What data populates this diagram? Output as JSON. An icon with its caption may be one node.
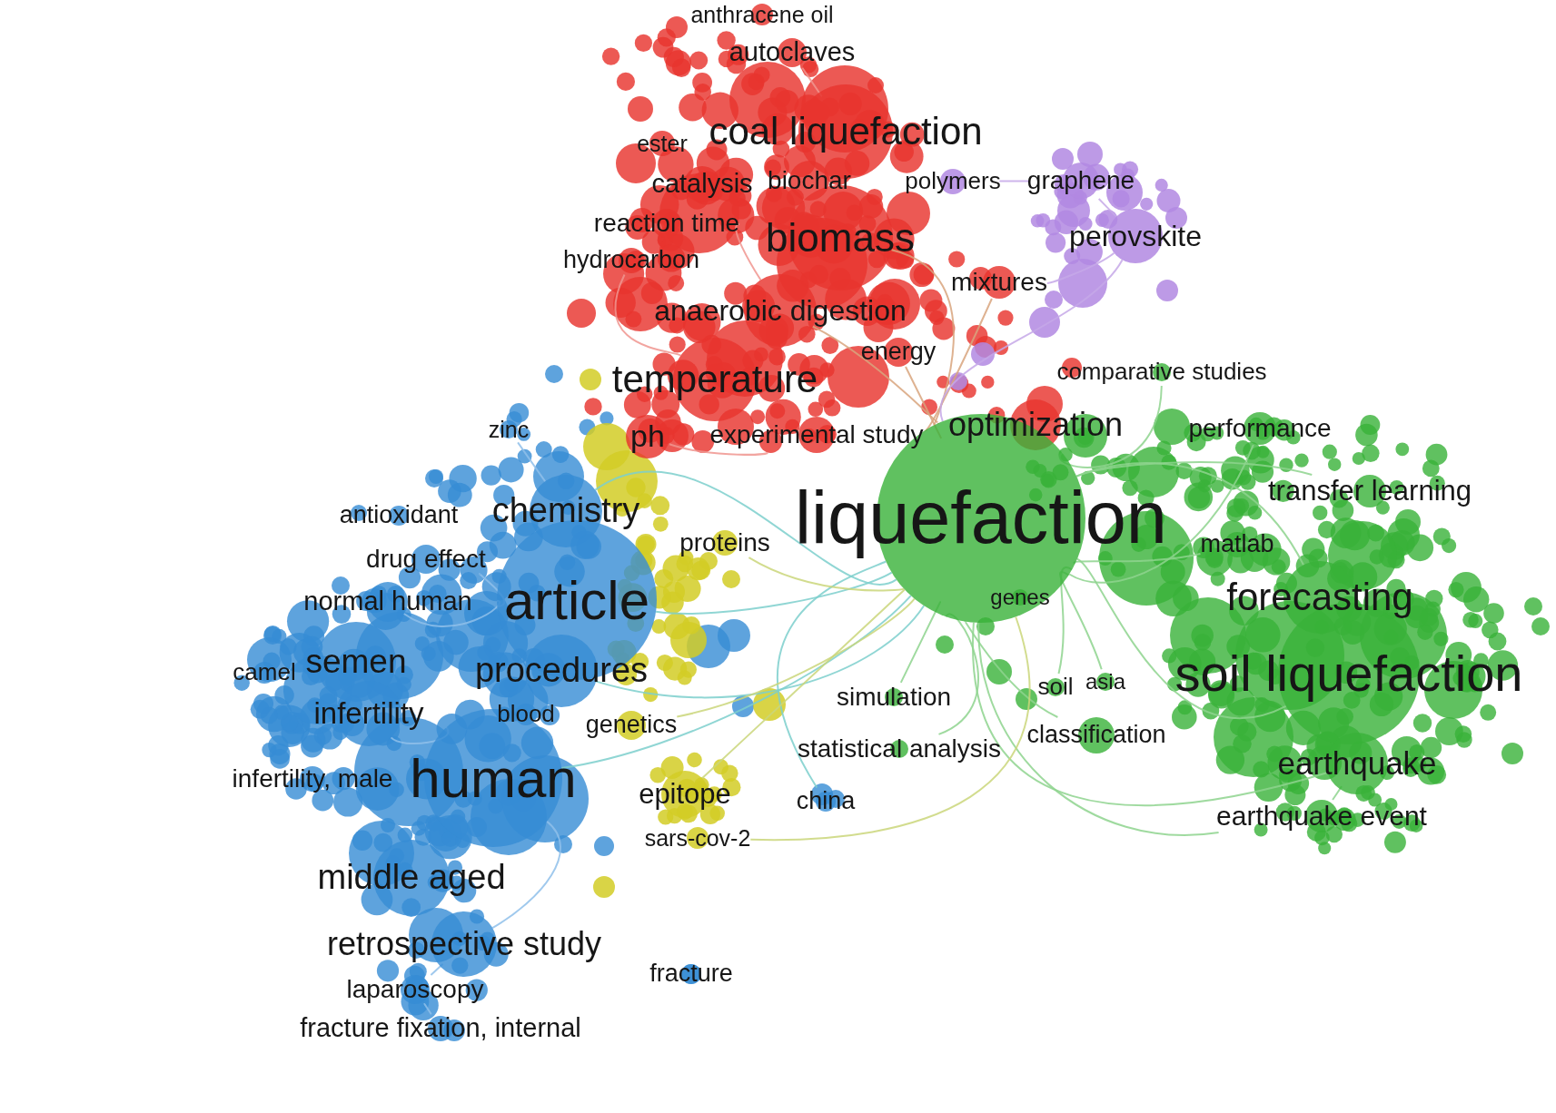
{
  "diagram": {
    "nodes": [
      {
        "text": [
          "anthracene oil"
        ]
      },
      {
        "text": [
          "autoclaves"
        ]
      },
      {
        "text": [
          "ester"
        ]
      },
      {
        "text": [
          "coal liquefaction"
        ]
      },
      {
        "text": [
          "catalysis"
        ]
      },
      {
        "text": [
          "biochar"
        ]
      },
      {
        "text": [
          "polymers"
        ]
      },
      {
        "text": [
          "graphene"
        ]
      },
      {
        "text": [
          "reaction time"
        ]
      },
      {
        "text": [
          "biomass"
        ]
      },
      {
        "text": [
          "perovskite"
        ]
      },
      {
        "text": [
          "hydrocarbon"
        ]
      },
      {
        "text": [
          "mixtures"
        ]
      },
      {
        "text": [
          "anaerobic digestion"
        ]
      },
      {
        "text": [
          "energy"
        ]
      },
      {
        "text": [
          "comparative studies"
        ]
      },
      {
        "text": [
          "temperature"
        ]
      },
      {
        "text": [
          "zinc"
        ]
      },
      {
        "text": [
          "ph"
        ]
      },
      {
        "text": [
          "experimental study"
        ]
      },
      {
        "text": [
          "optimization"
        ]
      },
      {
        "text": [
          "performance"
        ]
      },
      {
        "text": [
          "transfer learning"
        ]
      },
      {
        "text": [
          "antioxidant"
        ]
      },
      {
        "text": [
          "chemistry"
        ]
      },
      {
        "text": [
          "liquefaction"
        ]
      },
      {
        "text": [
          "proteins"
        ]
      },
      {
        "text": [
          "matlab"
        ]
      },
      {
        "text": [
          "drug effect"
        ]
      },
      {
        "text": [
          "normal human"
        ]
      },
      {
        "text": [
          "article"
        ]
      },
      {
        "text": [
          "genes"
        ],
        "in": 25
      },
      {
        "text": [
          "forecasting"
        ]
      },
      {
        "text": [
          "camel"
        ]
      },
      {
        "text": [
          "semen"
        ]
      },
      {
        "text": [
          "procedures"
        ]
      },
      {
        "text": [
          "soil liquefaction"
        ]
      },
      {
        "text": [
          "simulation"
        ]
      },
      {
        "text": [
          "soil"
        ]
      },
      {
        "text": [
          "asia"
        ]
      },
      {
        "text": [
          "infertility"
        ]
      },
      {
        "text": [
          "blood"
        ]
      },
      {
        "text": [
          "genetics"
        ]
      },
      {
        "text": [
          "classification"
        ]
      },
      {
        "text": [
          "statistical analysis"
        ]
      },
      {
        "text": [
          "infertility, male"
        ]
      },
      {
        "text": [
          "human"
        ]
      },
      {
        "text": [
          "earthquake"
        ]
      },
      {
        "text": [
          "epitope"
        ]
      },
      {
        "text": [
          "china"
        ]
      },
      {
        "text": [
          "earthquake event"
        ]
      },
      {
        "text": [
          "sars-cov-2"
        ]
      },
      {
        "text": [
          "middle aged"
        ]
      },
      {
        "text": [
          "retrospective study"
        ]
      },
      {
        "text": [
          "fracture"
        ]
      },
      {
        "text": [
          "laparoscopy"
        ]
      },
      {
        "text": [
          "fracture fixation, internal"
        ]
      }
    ],
    "edges": [
      {
        "from": 25,
        "to": 36,
        "arrow": "none"
      },
      {
        "from": 25,
        "to": 32,
        "arrow": "none"
      },
      {
        "from": 25,
        "to": 47,
        "arrow": "none"
      },
      {
        "from": 25,
        "to": 50,
        "arrow": "none"
      },
      {
        "from": 25,
        "to": 43,
        "arrow": "none"
      },
      {
        "from": 25,
        "to": 38,
        "arrow": "none"
      },
      {
        "from": 25,
        "to": 39,
        "arrow": "none"
      },
      {
        "from": 25,
        "to": 22,
        "arrow": "none"
      },
      {
        "from": 25,
        "to": 21,
        "arrow": "none"
      },
      {
        "from": 25,
        "to": 27,
        "arrow": "none"
      },
      {
        "from": 25,
        "to": 15,
        "arrow": "none"
      },
      {
        "from": 25,
        "to": 37,
        "arrow": "none"
      },
      {
        "from": 25,
        "to": 44,
        "arrow": "none"
      },
      {
        "from": 47,
        "to": 50,
        "arrow": "none"
      },
      {
        "from": 25,
        "to": 9,
        "arrow": "none",
        "color": "#d8a47e"
      },
      {
        "from": 25,
        "to": 13,
        "arrow": "none",
        "color": "#d8a47e"
      },
      {
        "from": 25,
        "to": 14,
        "arrow": "none",
        "color": "#d8a47e"
      },
      {
        "from": 25,
        "to": 12,
        "arrow": "none",
        "color": "#d8a47e"
      },
      {
        "from": 16,
        "to": 11,
        "arrow": "none",
        "color": "#f0958f"
      },
      {
        "from": 13,
        "to": 8,
        "arrow": "none",
        "color": "#f0958f"
      },
      {
        "from": 3,
        "to": 1,
        "arrow": "none",
        "color": "#f0958f"
      },
      {
        "from": 18,
        "to": 19,
        "arrow": "none",
        "color": "#f0958f"
      },
      {
        "from": 25,
        "to": 10,
        "arrow": "none",
        "color": "#c6a8e8"
      },
      {
        "from": 10,
        "to": 7,
        "arrow": "none",
        "color": "#c6a8e8"
      },
      {
        "from": 10,
        "to": 12,
        "arrow": "none",
        "color": "#c6a8e8"
      },
      {
        "from": 6,
        "to": 7,
        "arrow": "none",
        "color": "#c6a8e8"
      },
      {
        "from": 25,
        "to": 30,
        "arrow": "none",
        "color": "#7ccfcc"
      },
      {
        "from": 25,
        "to": 46,
        "arrow": "none",
        "color": "#7ccfcc"
      },
      {
        "from": 25,
        "to": 24,
        "arrow": "none",
        "color": "#7ccfcc"
      },
      {
        "from": 25,
        "to": 35,
        "arrow": "none",
        "color": "#7ccfcc"
      },
      {
        "from": 25,
        "to": 49,
        "arrow": "none",
        "color": "#7ccfcc"
      },
      {
        "from": 25,
        "to": 26,
        "arrow": "none",
        "color": "#cad67a"
      },
      {
        "from": 25,
        "to": 42,
        "arrow": "none",
        "color": "#cad67a"
      },
      {
        "from": 25,
        "to": 48,
        "arrow": "none",
        "color": "#cad67a"
      },
      {
        "from": 25,
        "to": 51,
        "arrow": "none",
        "color": "#cad67a"
      },
      {
        "from": 46,
        "to": 53,
        "arrow": "none",
        "color": "#8fbfea"
      },
      {
        "from": 53,
        "to": 55,
        "arrow": "none",
        "color": "#8fbfea"
      },
      {
        "from": 55,
        "to": 56,
        "arrow": "none",
        "color": "#8fbfea"
      },
      {
        "from": 46,
        "to": 40,
        "arrow": "none",
        "color": "#8fbfea"
      },
      {
        "from": 24,
        "to": 17,
        "arrow": "none",
        "color": "#8fbfea"
      },
      {
        "from": 30,
        "to": 29,
        "arrow": "none",
        "color": "#8fbfea"
      },
      {
        "from": 30,
        "to": 28,
        "arrow": "none",
        "color": "#8fbfea"
      }
    ]
  }
}
